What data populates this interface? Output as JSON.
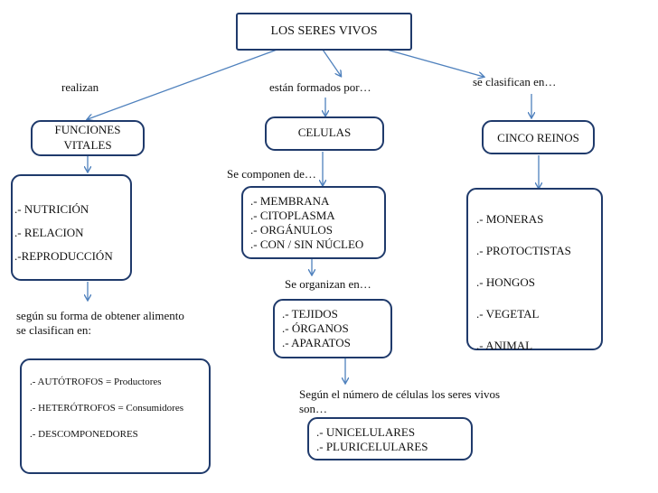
{
  "title": "LOS SERES VIVOS",
  "labels": {
    "realizan": "realizan",
    "formados": "están formados por…",
    "clasifican": "se clasifican en…",
    "componen": "Se componen de…",
    "organizan": "Se organizan en…",
    "forma_line1": "según su forma de obtener alimento",
    "forma_line2": "se clasifican en:",
    "numero_line1": "Según el número de células los seres vivos",
    "numero_line2": "son…"
  },
  "nodes": {
    "funciones": {
      "line1": "FUNCIONES",
      "line2": "VITALES"
    },
    "celulas": "CELULAS",
    "reinos": "CINCO REINOS",
    "funciones_list": [
      ".- NUTRICIÓN",
      ".- RELACION",
      ".-REPRODUCCIÓN"
    ],
    "celula_parts": [
      ".- MEMBRANA",
      ".- CITOPLASMA",
      ".- ORGÁNULOS",
      ".- CON / SIN NÚCLEO"
    ],
    "reinos_list": [
      ".- MONERAS",
      ".- PROTOCTISTAS",
      ".- HONGOS",
      ".- VEGETAL",
      ".- ANIMAL"
    ],
    "organizacion": [
      ".- TEJIDOS",
      ".- ÓRGANOS",
      ".- APARATOS"
    ],
    "nutricion_tipos": [
      ".- AUTÓTROFOS = Productores",
      ".- HETERÓTROFOS = Consumidores",
      ".- DESCOMPONEDORES"
    ],
    "celulas_numero": [
      ".- UNICELULARES",
      ".- PLURICELULARES"
    ]
  },
  "colors": {
    "border": "#1f3a6b",
    "line": "#4f81bd"
  }
}
